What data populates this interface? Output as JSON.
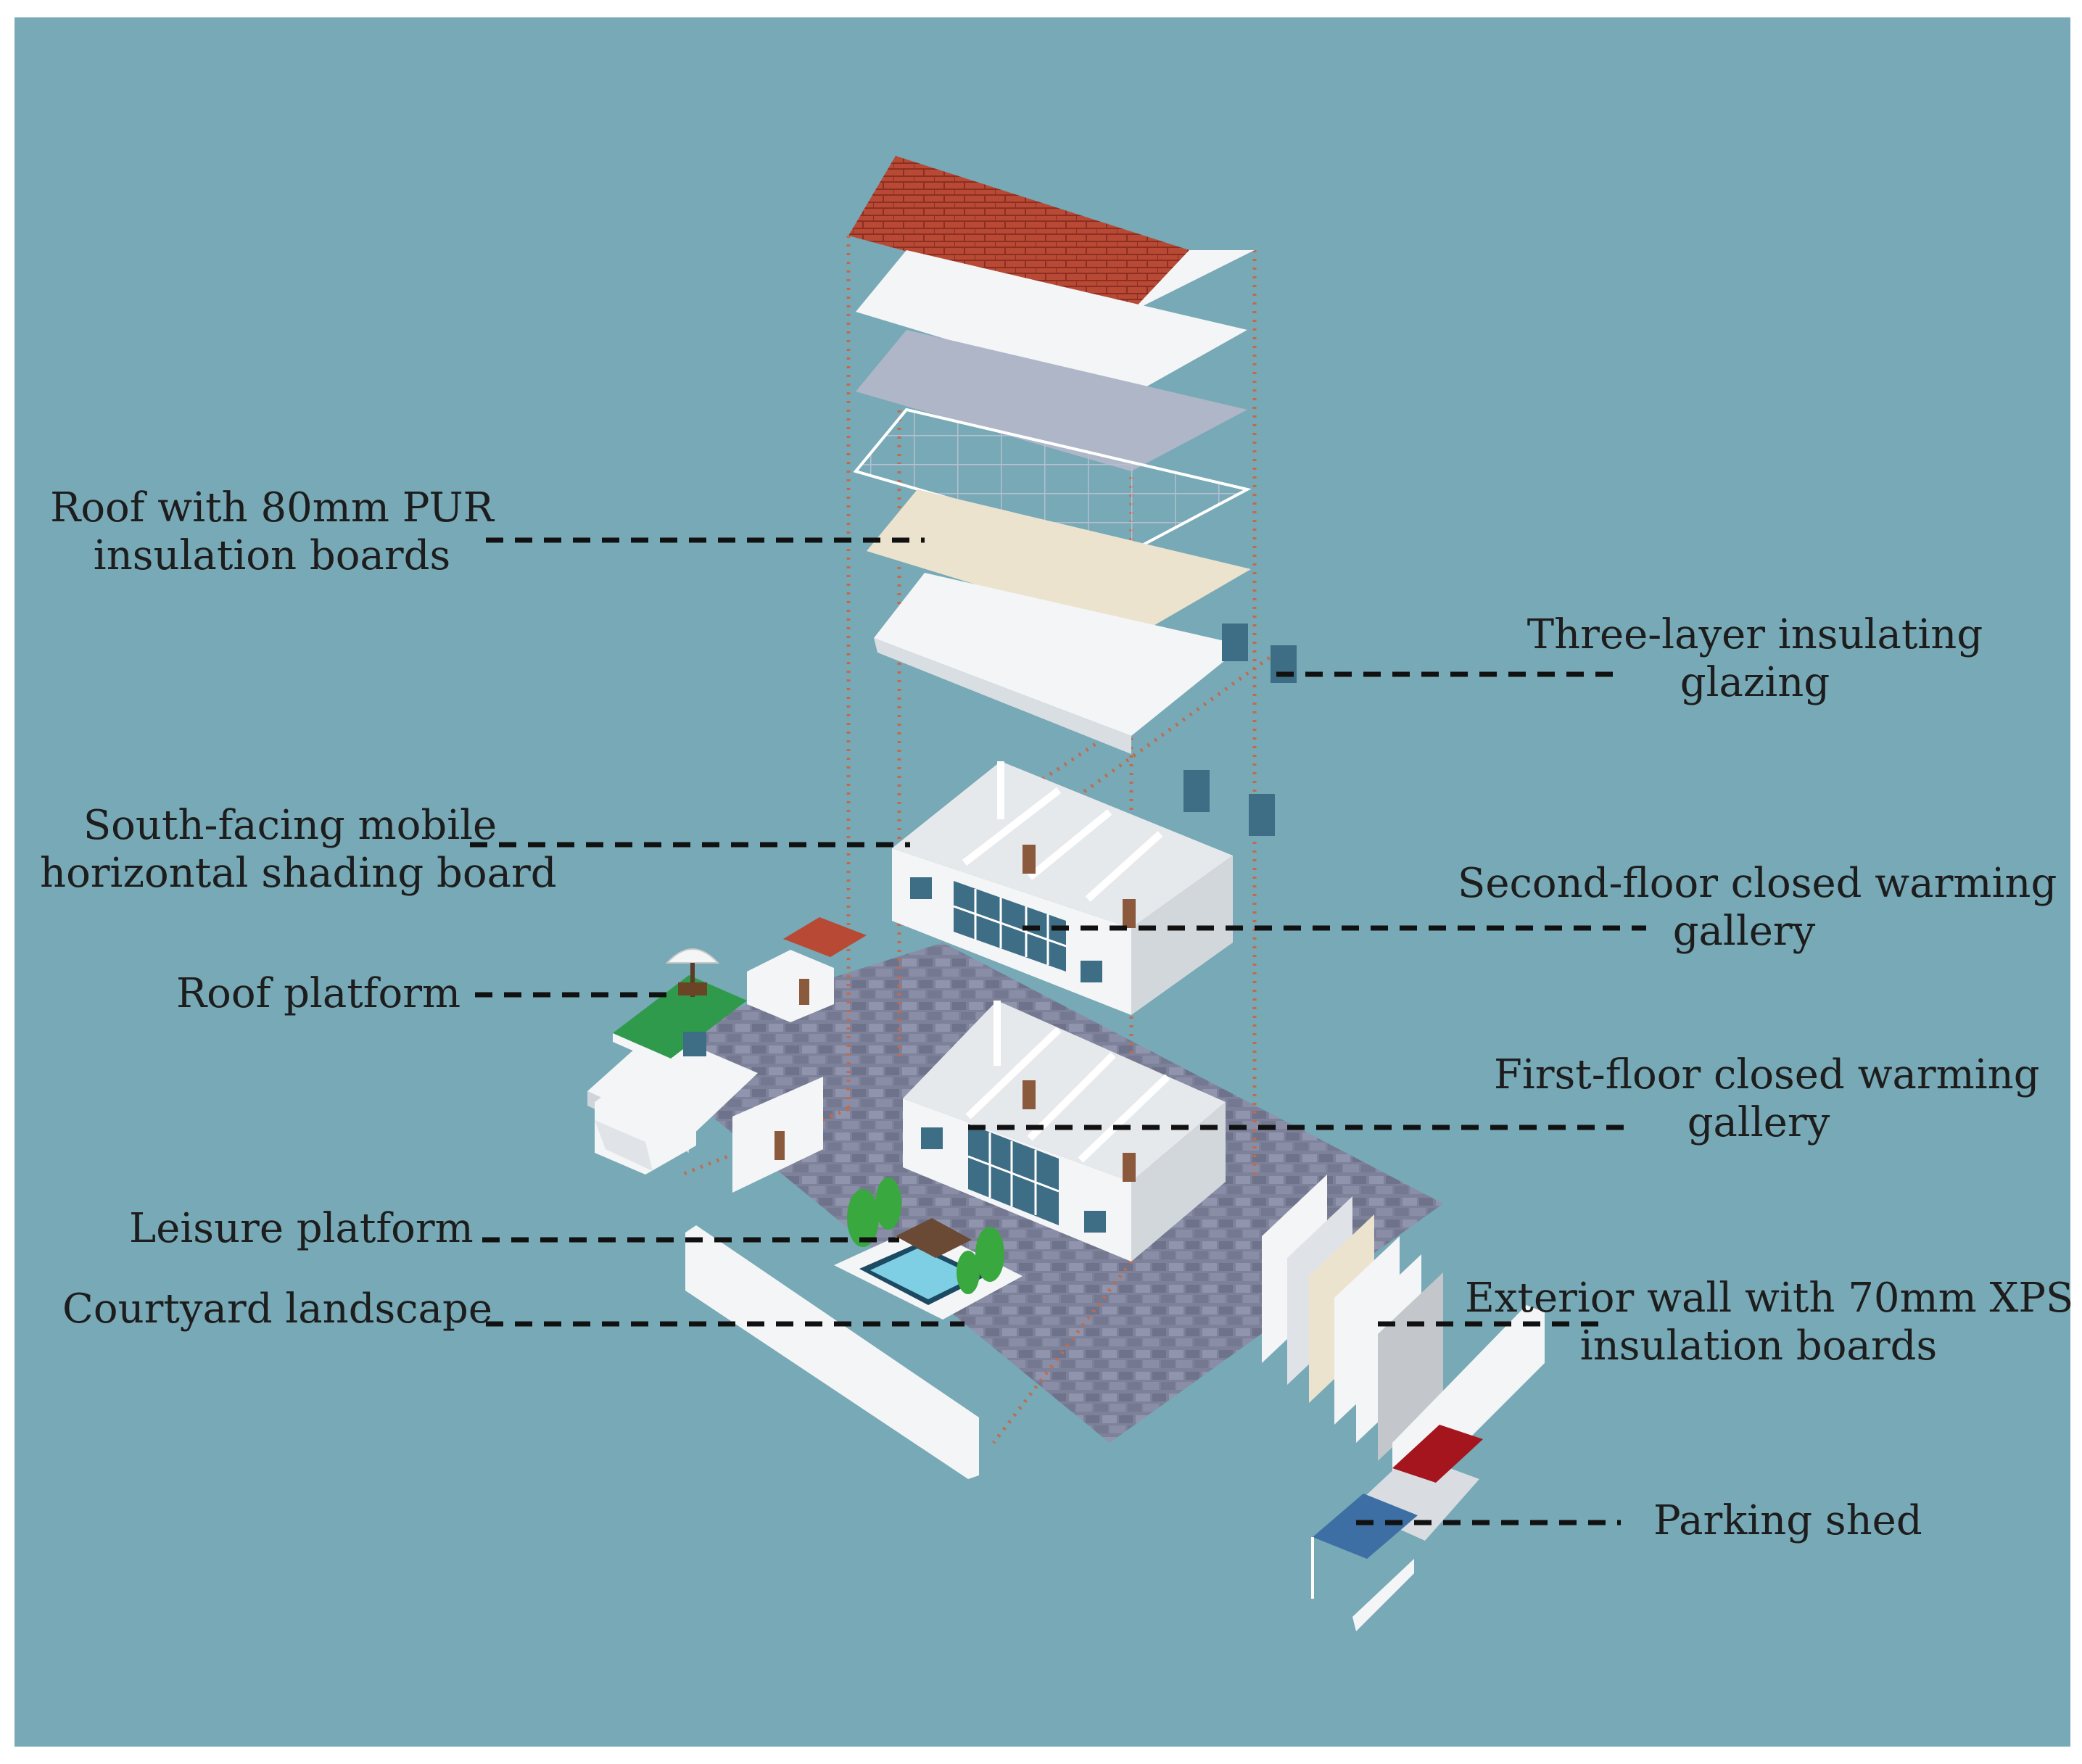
{
  "colors": {
    "background": "#77a9b6",
    "frame": "#ffffff",
    "roof_tile": "#b84a35",
    "panel_white": "#f3f5f6",
    "panel_grey": "#aeb6c8",
    "panel_cream": "#ece3cf",
    "paving": "#7d7f97",
    "lawn": "#2f9a4c",
    "glass": "#3e6d86",
    "shed_red": "#a5151d",
    "shed_blue": "#3d6fa4",
    "dotted_guide": "#c46a4a",
    "leader": "#111111"
  },
  "labels": {
    "roof_insulation": {
      "line1": "Roof with 80mm PUR",
      "line2": "insulation boards"
    },
    "glazing": {
      "line1": "Three-layer insulating",
      "line2": "glazing"
    },
    "shading": {
      "line1": "South-facing mobile",
      "line2": "horizontal shading board"
    },
    "second_gallery": {
      "line1": "Second-floor closed warming",
      "line2": "gallery"
    },
    "roof_platform": {
      "line1": "Roof platform"
    },
    "first_gallery": {
      "line1": "First-floor closed warming",
      "line2": "gallery"
    },
    "leisure": {
      "line1": "Leisure platform"
    },
    "courtyard": {
      "line1": "Courtyard landscape"
    },
    "exterior_wall": {
      "line1": "Exterior wall with 70mm XPS",
      "line2": "insulation boards"
    },
    "parking": {
      "line1": "Parking shed"
    }
  },
  "icons": {
    "window": "window-icon",
    "door": "door-icon",
    "tree": "tree-icon",
    "umbrella": "umbrella-icon"
  }
}
